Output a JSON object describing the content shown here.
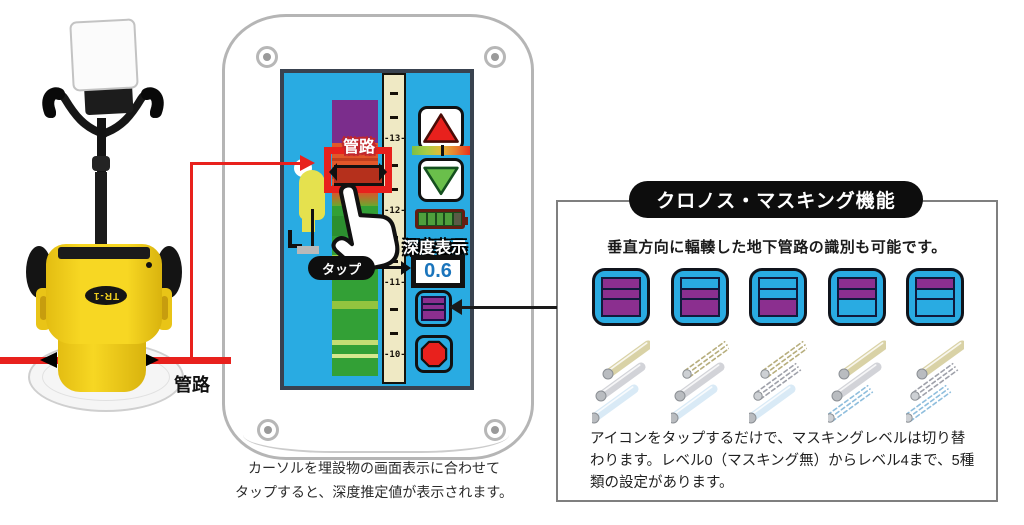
{
  "device": {
    "model_label": "TR-1",
    "pipe_label": "管路"
  },
  "tablet": {
    "screen": {
      "pipe_tag": "管路",
      "tap_label": "タップ",
      "depth_label": "深度表示",
      "depth_value": "0.6",
      "ruler_numbers": [
        "13",
        "12",
        "11",
        "10"
      ]
    },
    "caption_line1": "カーソルを埋設物の画面表示に合わせて",
    "caption_line2": "タップすると、深度推定値が表示されます。"
  },
  "masking_panel": {
    "title": "クロノス・マスキング機能",
    "subtitle": "垂直方向に輻輳した地下管路の識別も可能です。",
    "description": "アイコンをタップするだけで、マスキングレベルは切り替わります。レベル0（マスキング無）からレベル4まで、5種類の設定があります。",
    "levels": [
      {
        "name": "level-0",
        "bands": [
          "purple",
          "purple",
          "purple"
        ],
        "pipes": [
          "solid",
          "solid",
          "solid"
        ]
      },
      {
        "name": "level-1",
        "bands": [
          "cyan",
          "purple",
          "purple"
        ],
        "pipes": [
          "dashed",
          "solid",
          "solid"
        ]
      },
      {
        "name": "level-2",
        "bands": [
          "cyan",
          "cyan",
          "purple"
        ],
        "pipes": [
          "dashed",
          "dashed",
          "solid"
        ]
      },
      {
        "name": "level-3",
        "bands": [
          "purple",
          "purple",
          "cyan"
        ],
        "pipes": [
          "solid",
          "solid",
          "dashed"
        ]
      },
      {
        "name": "level-4",
        "bands": [
          "purple",
          "cyan",
          "cyan"
        ],
        "pipes": [
          "solid",
          "dashed",
          "dashed"
        ]
      }
    ]
  },
  "colors": {
    "screen_blue": "#29abe2",
    "mask_purple": "#8b2f8f",
    "signal_purple": "#7b2d8c",
    "accent_red": "#e8211d",
    "signal_green": "#33a036",
    "ruler_cream": "#efe9c4",
    "depth_blue": "#1b75bc",
    "pipe_tan": "#d9d2a6",
    "pipe_gray": "#d2d3d8",
    "pipe_blue": "#d9eaf6"
  }
}
